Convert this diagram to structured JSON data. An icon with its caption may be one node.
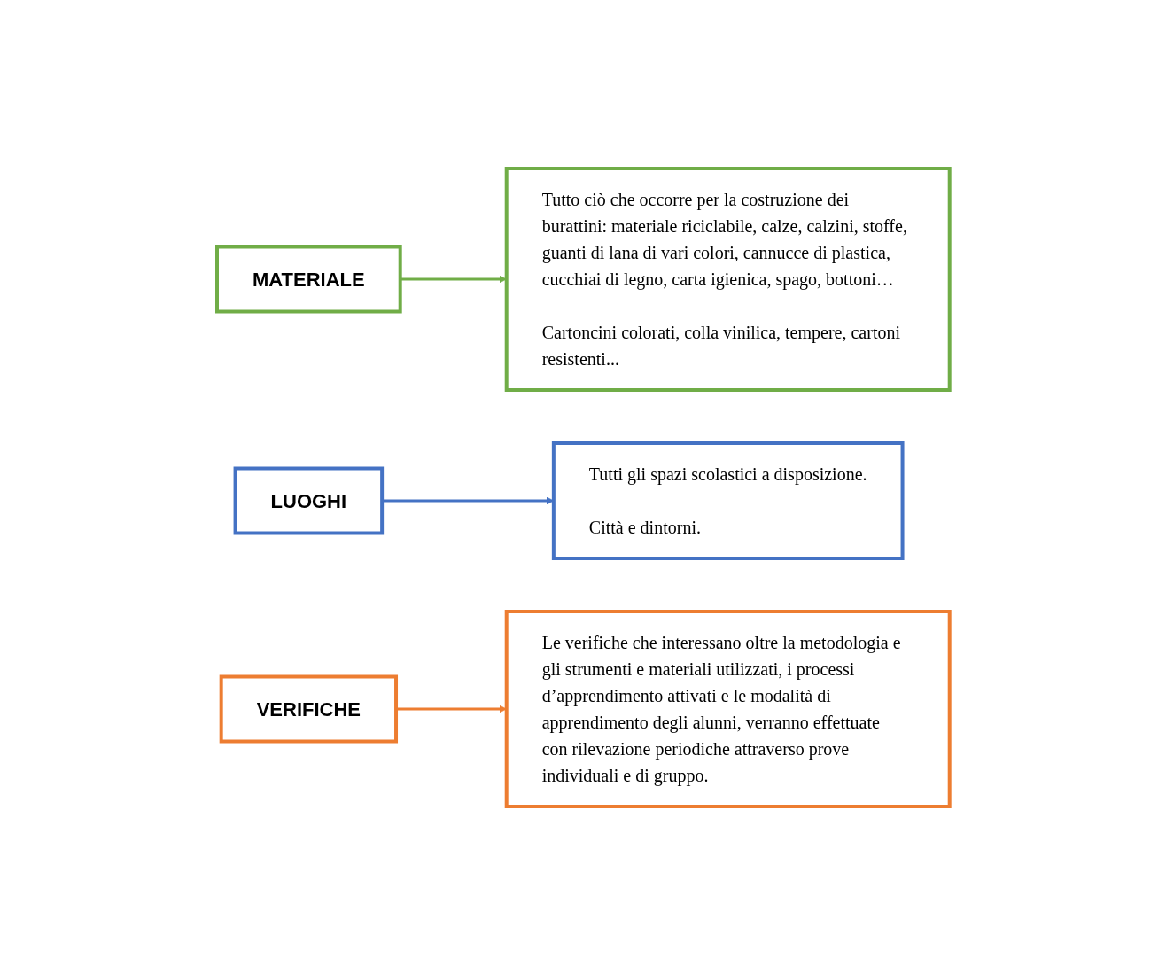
{
  "diagram": {
    "nodes": [
      {
        "text": [
          "MATERIALE"
        ]
      },
      {
        "text": [
          "Tutto ciò che occorre per la costruzione dei burattini: materiale riciclabile, calze, calzini, stoffe, guanti di lana di vari colori, cannucce di plastica, cucchiai di legno, carta igienica, spago, bottoni…",
          "Cartoncini colorati, colla vinilica, tempere, cartoni resistenti..."
        ]
      },
      {
        "text": [
          "LUOGHI"
        ]
      },
      {
        "text": [
          "Tutti gli spazi scolastici a disposizione.",
          "Città e dintorni."
        ]
      },
      {
        "text": [
          "VERIFICHE"
        ]
      },
      {
        "text": [
          "Le verifiche che interessano oltre la metodologia e gli strumenti e materiali utilizzati, i processi d’apprendimento attivati e le modalità di apprendimento degli alunni, verranno effettuate con rilevazione periodiche attraverso prove individuali e di gruppo."
        ]
      }
    ],
    "edges": [
      {
        "from": 0,
        "to": 1,
        "arrow": "to",
        "color": "#70ad47"
      },
      {
        "from": 2,
        "to": 3,
        "arrow": "to",
        "color": "#4472c4"
      },
      {
        "from": 4,
        "to": 5,
        "arrow": "to",
        "color": "#ed7d31"
      }
    ]
  }
}
